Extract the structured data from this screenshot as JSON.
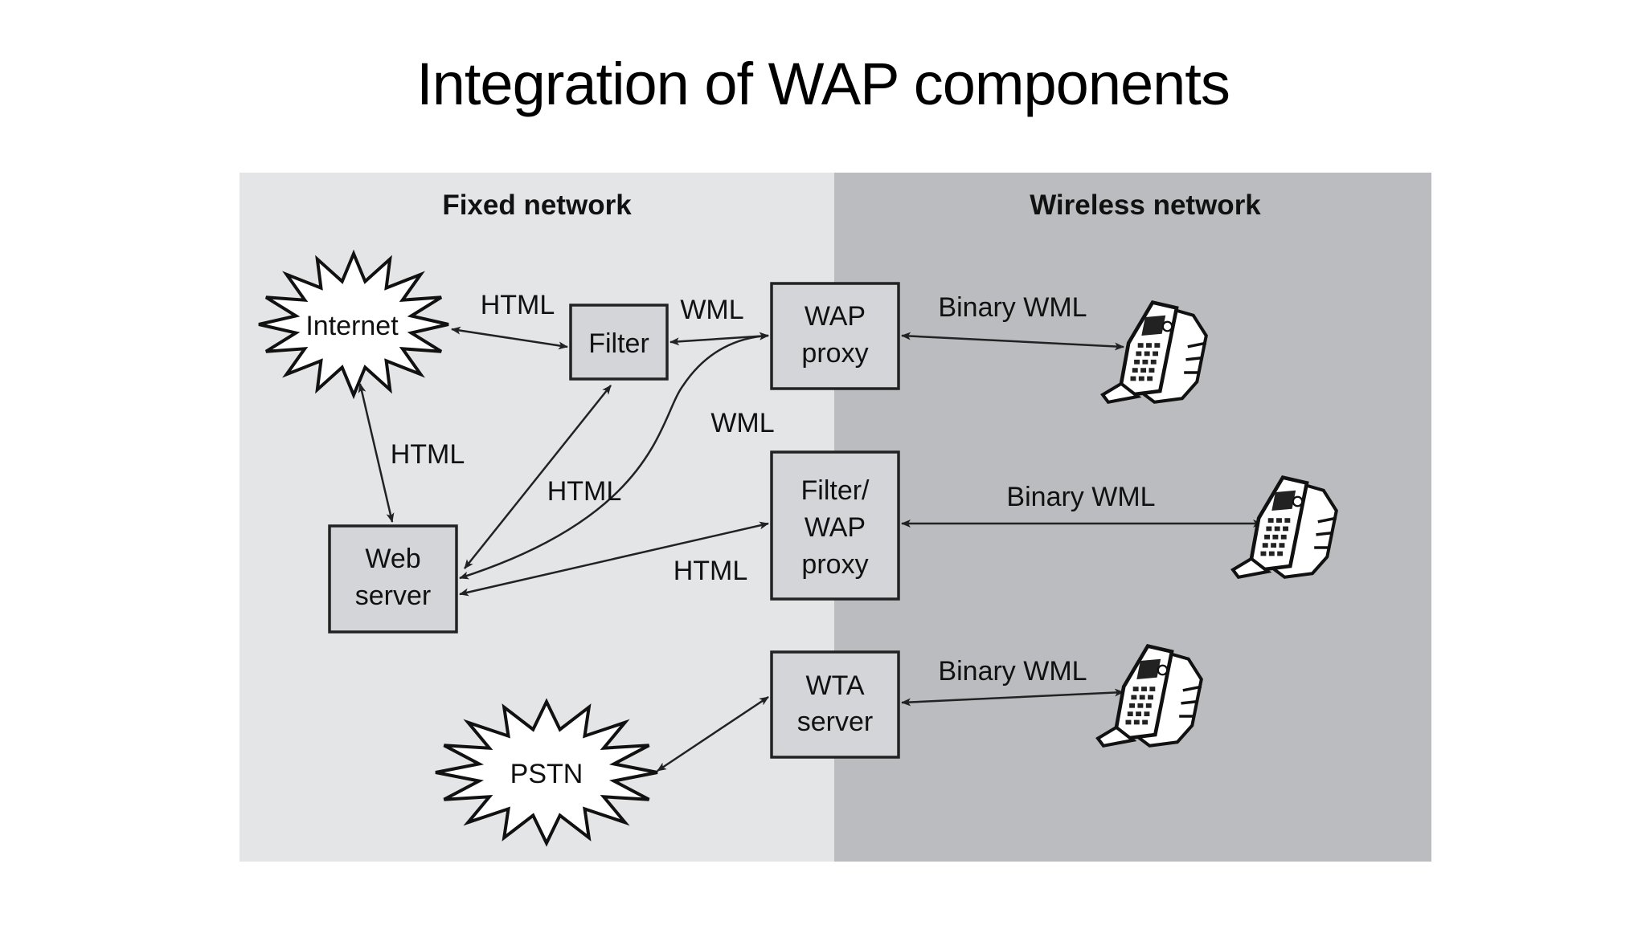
{
  "title": "Integration of WAP components",
  "regions": {
    "fixed": {
      "label": "Fixed network",
      "color": "#e4e5e7"
    },
    "wireless": {
      "label": "Wireless network",
      "color": "#bbbcbf"
    }
  },
  "nodes": {
    "internet": "Internet",
    "pstn": "PSTN",
    "filter": "Filter",
    "web_server": [
      "Web",
      "server"
    ],
    "wap_proxy": [
      "WAP",
      "proxy"
    ],
    "filter_wap_proxy": [
      "Filter/",
      "WAP",
      "proxy"
    ],
    "wta_server": [
      "WTA",
      "server"
    ]
  },
  "edge_labels": {
    "internet_filter": "HTML",
    "filter_wap": "WML",
    "internet_web": "HTML",
    "web_filter": "HTML",
    "web_wap": "WML",
    "web_filterwap": "HTML",
    "wap_phone": "Binary WML",
    "filterwap_phone": "Binary WML",
    "wta_phone": "Binary WML"
  },
  "colors": {
    "box_fill": "#d4d5d8",
    "stroke": "#222222"
  },
  "icons": [
    "mobile-phone-icon",
    "mobile-phone-icon",
    "mobile-phone-icon"
  ]
}
